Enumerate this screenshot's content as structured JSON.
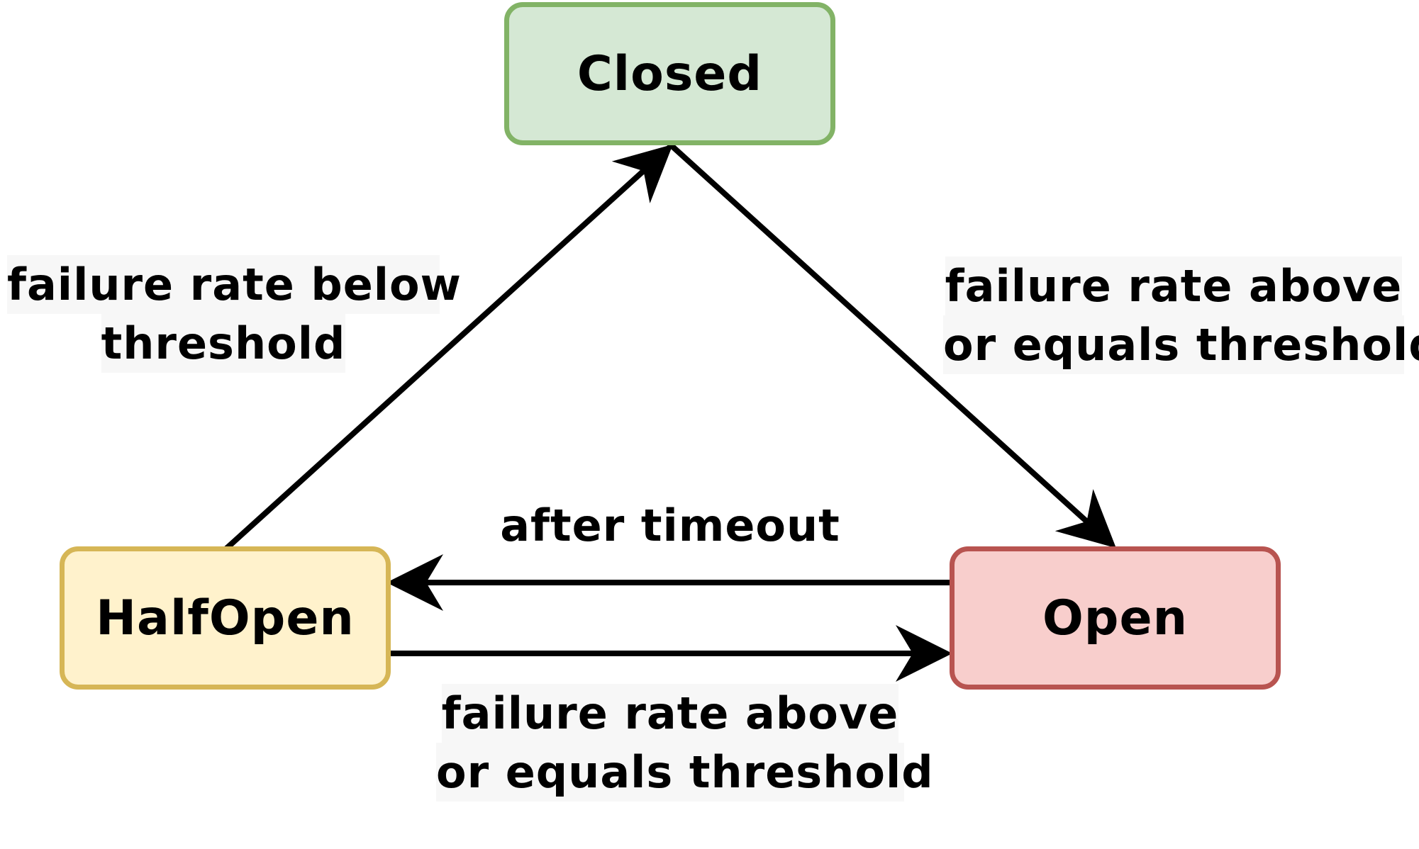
{
  "states": {
    "closed": {
      "label": "Closed",
      "fill": "#d5e8d4",
      "stroke": "#82b366"
    },
    "halfopen": {
      "label": "HalfOpen",
      "fill": "#fff2cc",
      "stroke": "#d6b656"
    },
    "open": {
      "label": "Open",
      "fill": "#f8cecc",
      "stroke": "#b85450"
    }
  },
  "transitions": {
    "halfopen_to_closed": {
      "line1": "failure rate below",
      "line2": "threshold"
    },
    "closed_to_open": {
      "line1": "failure rate above",
      "line2": "or equals threshold"
    },
    "open_to_halfopen": {
      "line1": "after timeout"
    },
    "halfopen_to_open": {
      "line1": "failure rate above",
      "line2": "or equals threshold"
    }
  },
  "colors": {
    "edge": "#000000",
    "label_background": "#f7f7f7"
  }
}
